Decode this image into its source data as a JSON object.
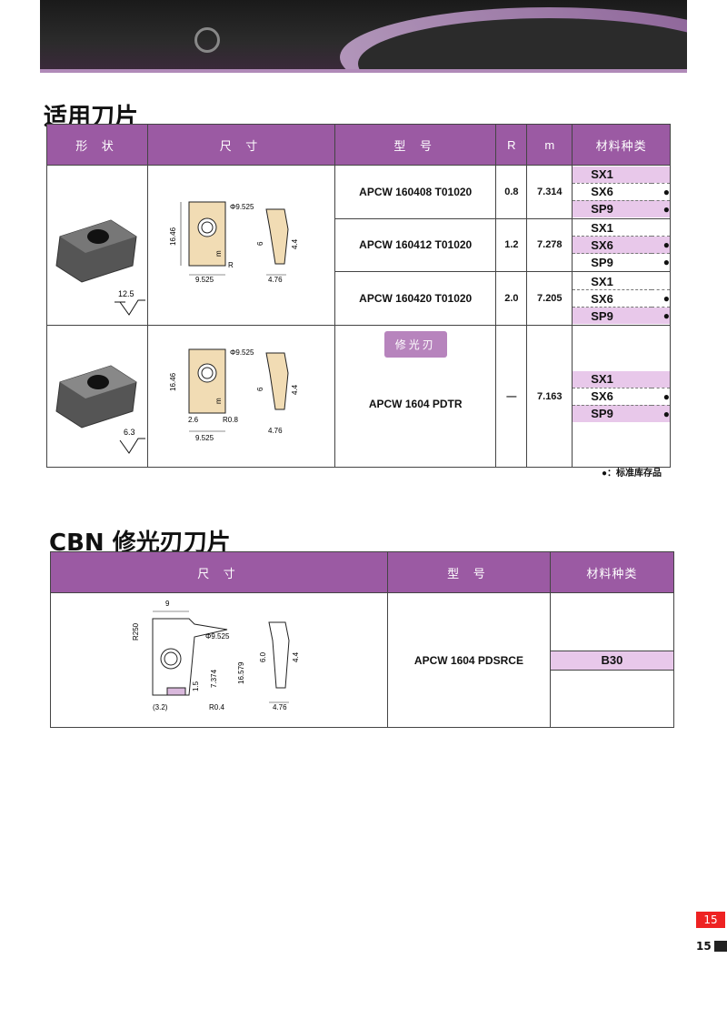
{
  "section1_title": "适用刀片",
  "section2_title": "CBN 修光刃刀片",
  "table1": {
    "headers": {
      "shape": "形 状",
      "size": "尺 寸",
      "model": "型 号",
      "r": "R",
      "m": "m",
      "material": "材料种类"
    },
    "rows": [
      {
        "model": "APCW 160408 T01020",
        "r": "0.8",
        "m": "7.314",
        "grades": [
          "SX1",
          "SX6",
          "SP9"
        ],
        "stock": [
          false,
          true,
          true
        ]
      },
      {
        "model": "APCW 160412 T01020",
        "r": "1.2",
        "m": "7.278",
        "grades": [
          "SX1",
          "SX6",
          "SP9"
        ],
        "stock": [
          false,
          true,
          true
        ]
      },
      {
        "model": "APCW 160420 T01020",
        "r": "2.0",
        "m": "7.205",
        "grades": [
          "SX1",
          "SX6",
          "SP9"
        ],
        "stock": [
          false,
          true,
          true
        ]
      },
      {
        "badge": "修光刃",
        "model": "APCW 1604 PDTR",
        "r": "—",
        "m": "7.163",
        "grades": [
          "SX1",
          "SX6",
          "SP9"
        ],
        "stock": [
          false,
          true,
          true
        ]
      }
    ],
    "surface1": "12.5",
    "surface2": "6.3",
    "dims1": {
      "phi": "Φ9.525",
      "h": "16.46",
      "w": "9.525",
      "m": "m",
      "r": "R",
      "d6": "6",
      "d44": "4.4",
      "t": "4.76"
    },
    "dims2": {
      "phi": "Φ9.525",
      "h": "16.46",
      "w": "9.525",
      "m": "m",
      "w2": "2.6",
      "r": "R0.8",
      "d6": "6",
      "d44": "4.4",
      "t": "4.76"
    }
  },
  "stock_note": "●：标准库存品",
  "table2": {
    "headers": {
      "size": "尺 寸",
      "model": "型 号",
      "material": "材料种类"
    },
    "model": "APCW 1604 PDSRCE",
    "grade": "B30",
    "dims": {
      "top": "9",
      "r250": "R250",
      "phi": "Φ9.525",
      "h1": "16.579",
      "h2": "7.374",
      "h3": "1.5",
      "w": "(3.2)",
      "r": "R0.4",
      "d6": "6.0",
      "d44": "4.4",
      "t": "4.76"
    }
  },
  "page_number": "15",
  "page_number_bottom": "15"
}
